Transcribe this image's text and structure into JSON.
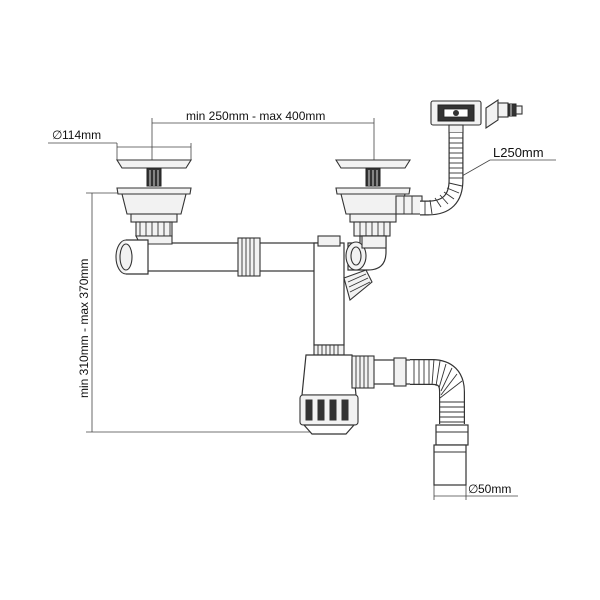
{
  "dimensions": {
    "strainer_diameter": "114mm",
    "spacing": "min 250mm - max 400mm",
    "hose_length": "L250mm",
    "height": "min 310mm - max 370mm",
    "outlet_diameter": "50mm"
  },
  "symbols": {
    "diameter": "∅"
  },
  "colors": {
    "line": "#333333",
    "fill": "#f2f2f2",
    "dark": "#333333"
  }
}
